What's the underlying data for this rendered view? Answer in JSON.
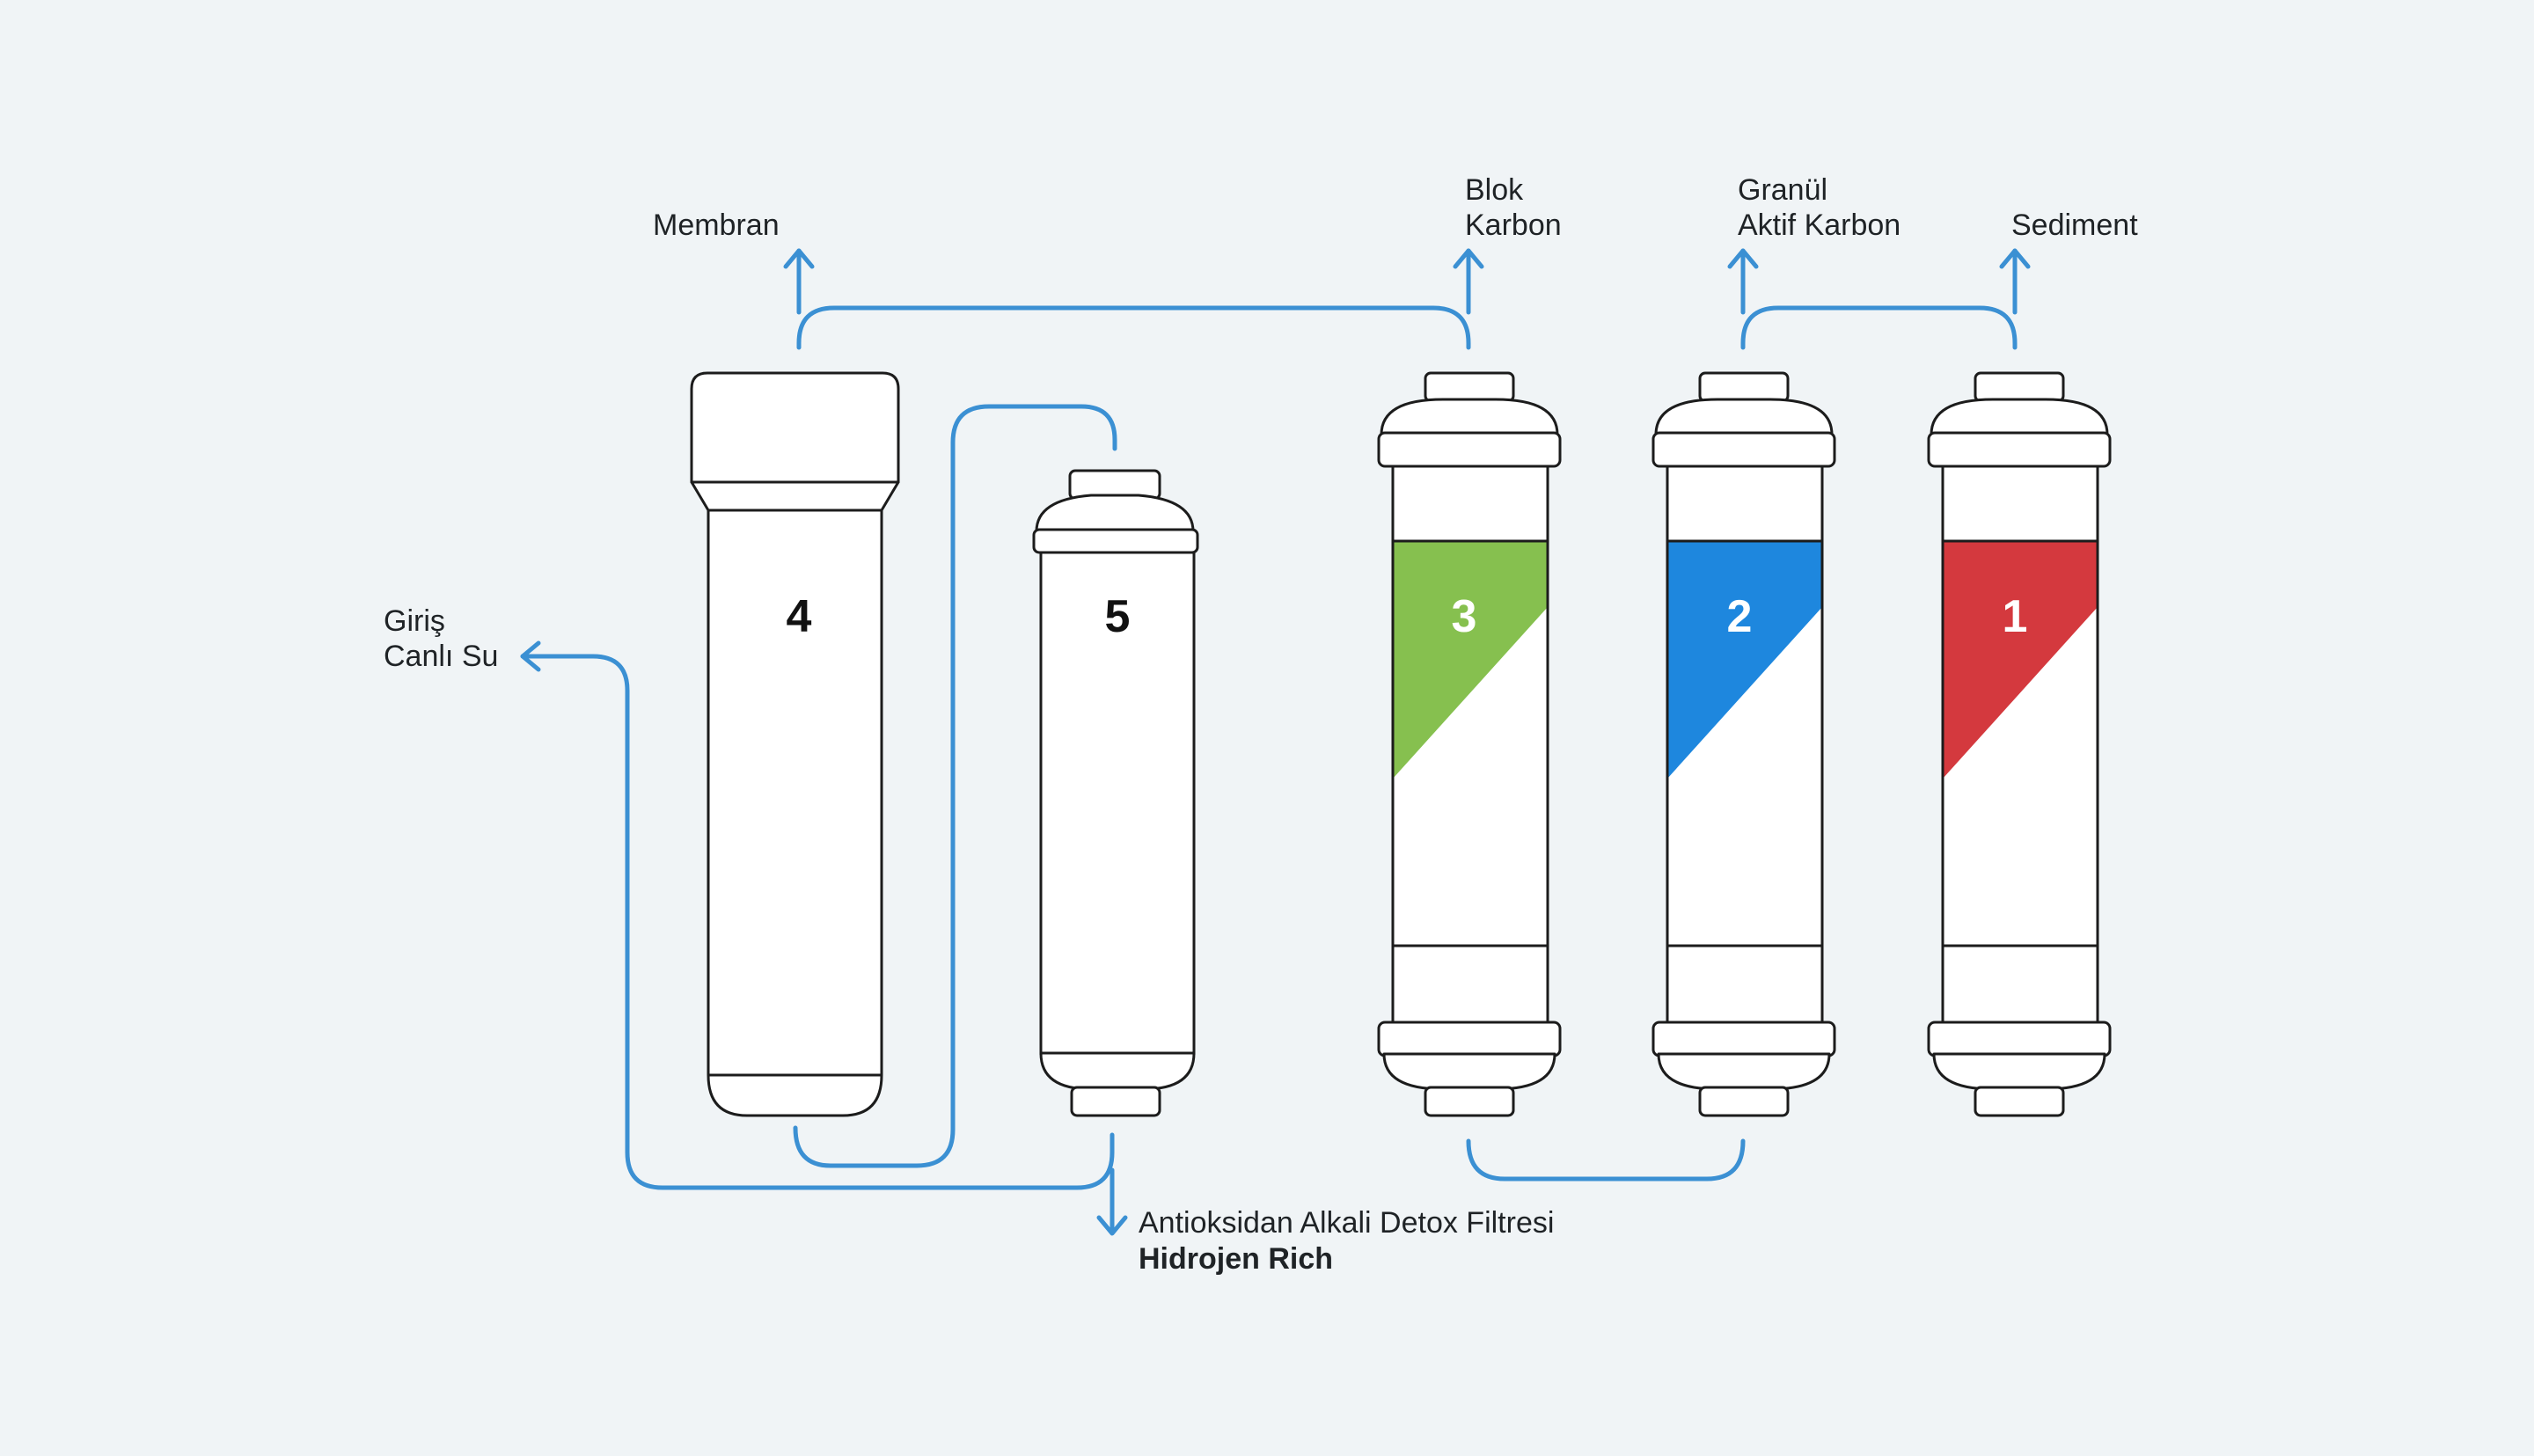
{
  "colors": {
    "background": "#f0f4f6",
    "pipe": "#3b90d3",
    "outline": "#1c1c1c",
    "filter_3_band": "#86c04f",
    "filter_2_band": "#1e87de",
    "filter_1_band": "#d4393e",
    "number_dark": "#111111",
    "number_light": "#ffffff"
  },
  "labels": {
    "membran": "Membran",
    "blok_line1": "Blok",
    "blok_line2": "Karbon",
    "granul_line1": "Granül",
    "granul_line2": "Aktif Karbon",
    "sediment": "Sediment",
    "giris_line1": "Giriş",
    "giris_line2": "Canlı Su",
    "output_line1": "Antioksidan Alkali Detox Filtresi",
    "output_line2": "Hidrojen Rich"
  },
  "filters": {
    "f4": {
      "number": "4",
      "icon": "membrane-housing"
    },
    "f5": {
      "number": "5",
      "icon": "inline-cartridge"
    },
    "f3": {
      "number": "3",
      "icon": "inline-cartridge"
    },
    "f2": {
      "number": "2",
      "icon": "inline-cartridge"
    },
    "f1": {
      "number": "1",
      "icon": "inline-cartridge"
    }
  }
}
